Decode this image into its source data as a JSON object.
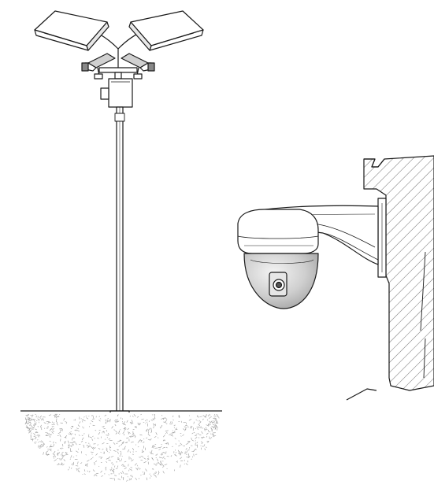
{
  "diagram": {
    "description_hidden": "",
    "components": [
      {
        "id": "pole-assembly",
        "parts": [
          "twin-lamp-heads",
          "twin-bullet-cameras",
          "junction-box",
          "pole",
          "ground-base"
        ]
      },
      {
        "id": "wall-dome-assembly",
        "parts": [
          "wall-section-hatched",
          "mounting-plate",
          "dome-camera-arm",
          "dome-camera"
        ]
      }
    ],
    "colors": {
      "line": "#1a1a1a",
      "fill": "#ffffff",
      "dome_shade": "#d9d9d9",
      "ground_speckle": "#9a9a9a"
    }
  }
}
